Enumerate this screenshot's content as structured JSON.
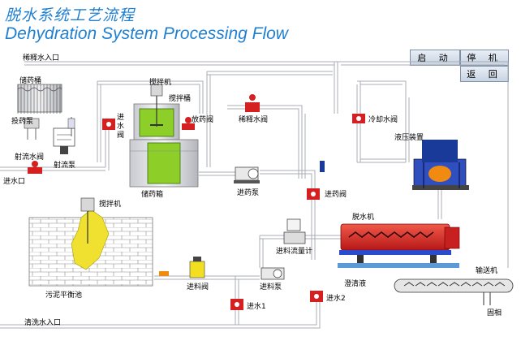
{
  "header": {
    "title_cn": "脱水系统工艺流程",
    "title_en": "Dehydration System Processing Flow"
  },
  "controls": {
    "start_label": "启 动",
    "stop_label": "停 机",
    "back_label": "返 回"
  },
  "labels": {
    "dilution_water_inlet": "稀释水入口",
    "chemical_bucket": "储药桶",
    "dosing_pump": "投药泵",
    "jet_water_valve": "射流水阀",
    "jet_pump": "射流泵",
    "water_inlet": "进水口",
    "inlet_valve": "进水阀",
    "mixer_1": "搅拌机",
    "mixing_tank": "搅拌桶",
    "drain_valve": "放药阀",
    "storage_tank": "储药箱",
    "dilution_water_valve": "稀释水阀",
    "chemical_feed_pump": "进药泵",
    "chemical_feed_valve": "进药阀",
    "cooling_water_valve": "冷却水阀",
    "hydraulic_unit": "液压装置",
    "dewatering_machine": "脱水机",
    "mixer_2": "搅拌机",
    "sludge_tank": "污泥平衡池",
    "feed_valve": "进料阀",
    "feed_flowmeter": "进料流量计",
    "feed_pump": "进料泵",
    "clear_liquid": "澄清液",
    "conveyor": "输送机",
    "solid_phase": "固相",
    "inlet_water_1": "进水1",
    "inlet_water_2": "进水2",
    "flush_water_inlet": "清洗水入口"
  },
  "colors": {
    "title": "#1f7fd1",
    "valve": "#d42020",
    "pipe": "#b9bcc3",
    "dewater_body": "#e03030",
    "hydraulic_body": "#1a3a9a",
    "green_fill": "#7ac91e",
    "sludge": "#f0e030"
  }
}
